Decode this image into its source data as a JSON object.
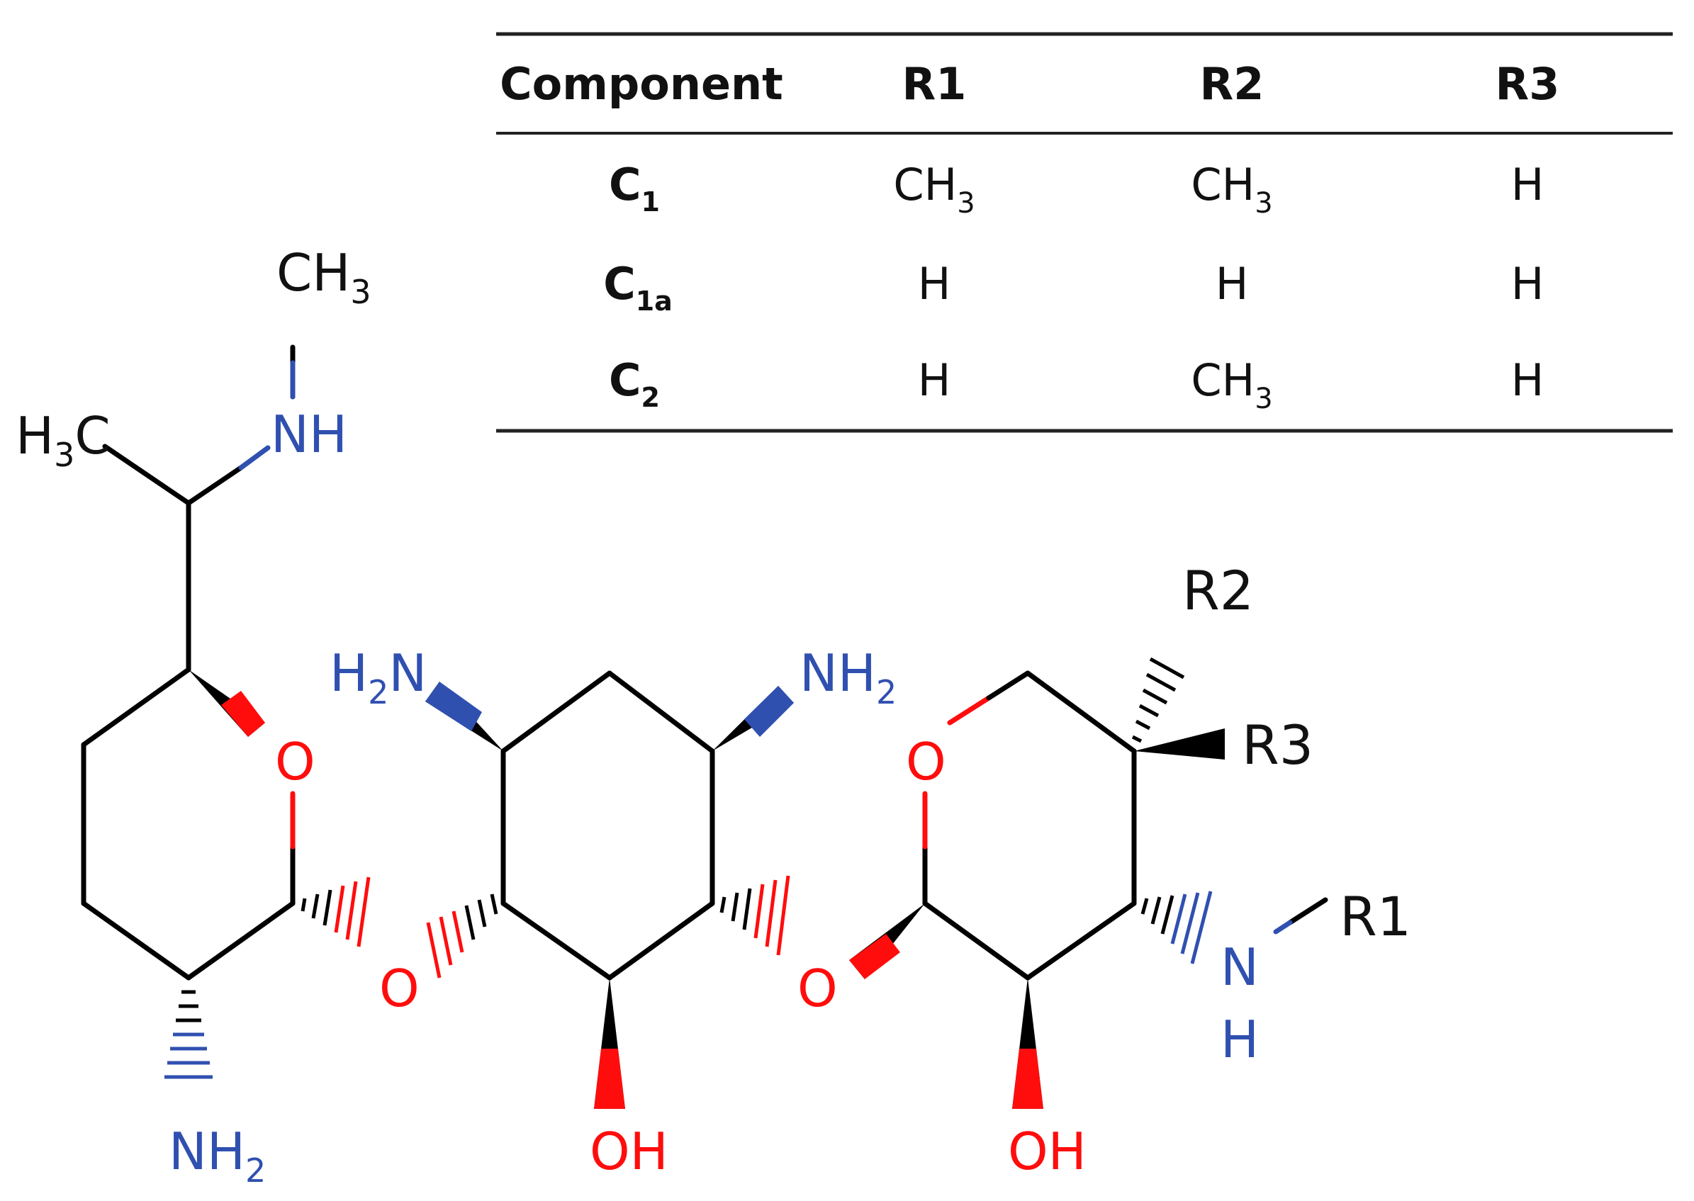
{
  "table": {
    "columns": [
      "Component",
      "R1",
      "R2",
      "R3"
    ],
    "rows": [
      {
        "component": {
          "base": "C",
          "sub": "1"
        },
        "r1": {
          "base": "CH",
          "sub": "3"
        },
        "r2": {
          "base": "CH",
          "sub": "3"
        },
        "r3": {
          "base": "H",
          "sub": ""
        }
      },
      {
        "component": {
          "base": "C",
          "sub": "1a"
        },
        "r1": {
          "base": "H",
          "sub": ""
        },
        "r2": {
          "base": "H",
          "sub": ""
        },
        "r3": {
          "base": "H",
          "sub": ""
        }
      },
      {
        "component": {
          "base": "C",
          "sub": "2"
        },
        "r1": {
          "base": "H",
          "sub": ""
        },
        "r2": {
          "base": "CH",
          "sub": "3"
        },
        "r3": {
          "base": "H",
          "sub": ""
        }
      }
    ]
  },
  "molecule": {
    "labels": {
      "ch3_top": {
        "base": "CH",
        "sub": "3"
      },
      "h3c_left": {
        "pre": "H",
        "sub": "3",
        "post": "C"
      },
      "nh_top": "NH",
      "o_ring_a": "O",
      "o_link_1": "O",
      "o_link_2": "O",
      "o_ring_c": "O",
      "nh2_bottom": {
        "base": "NH",
        "sub": "2"
      },
      "h2n_ring_b": {
        "pre": "H",
        "sub": "2",
        "post": "N"
      },
      "nh2_ring_b": {
        "base": "NH",
        "sub": "2"
      },
      "oh_ring_b": "OH",
      "oh_ring_c": "OH",
      "r1": "R1",
      "r2": "R2",
      "r3": "R3",
      "n_ring_c": "N",
      "h_ring_c": "H"
    },
    "colors": {
      "bond": "#000000",
      "oxygen": "#ff0d0d",
      "nitrogen": "#3050b0",
      "text": "#111111"
    }
  }
}
